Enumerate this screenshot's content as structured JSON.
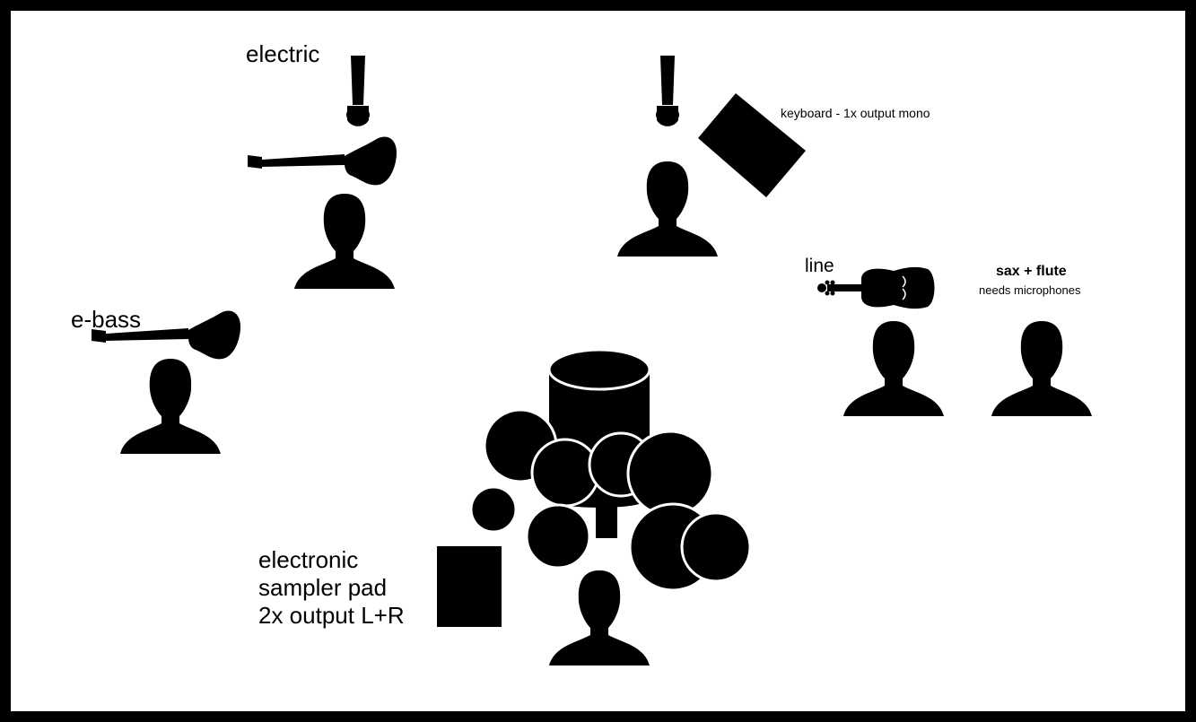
{
  "labels": {
    "electric": "electric",
    "keyboard": "keyboard - 1x output mono",
    "line": "line",
    "sax_flute": "sax + flute",
    "needs_microphones": "needs microphones",
    "ebass": "e-bass",
    "sampler_line1": "electronic",
    "sampler_line2": "sampler pad",
    "sampler_line3": "2x output L+R"
  },
  "colors": {
    "ink": "#000000",
    "paper": "#ffffff"
  },
  "icons": [
    "microphone-icon",
    "guitar-icon",
    "person-icon",
    "keyboard-icon",
    "violin-icon",
    "drum-kit",
    "sampler-pad-icon"
  ]
}
